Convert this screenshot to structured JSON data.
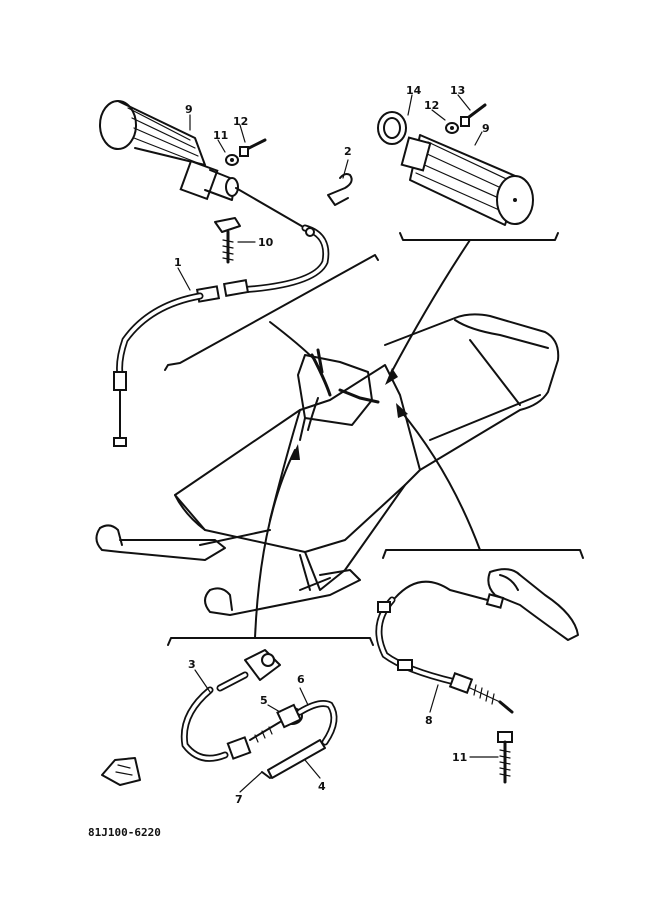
{
  "diagram_code": "81J100-6220",
  "callouts": [
    {
      "id": "c1",
      "label": "1"
    },
    {
      "id": "c2",
      "label": "2"
    },
    {
      "id": "c3",
      "label": "3"
    },
    {
      "id": "c4",
      "label": "4"
    },
    {
      "id": "c5",
      "label": "5"
    },
    {
      "id": "c6",
      "label": "6"
    },
    {
      "id": "c7",
      "label": "7"
    },
    {
      "id": "c8",
      "label": "8"
    },
    {
      "id": "c9a",
      "label": "9"
    },
    {
      "id": "c9b",
      "label": "9"
    },
    {
      "id": "c10",
      "label": "10"
    },
    {
      "id": "c11a",
      "label": "11"
    },
    {
      "id": "c11b",
      "label": "11"
    },
    {
      "id": "c12a",
      "label": "12"
    },
    {
      "id": "c12b",
      "label": "12"
    },
    {
      "id": "c13",
      "label": "13"
    },
    {
      "id": "c14",
      "label": "14"
    }
  ]
}
